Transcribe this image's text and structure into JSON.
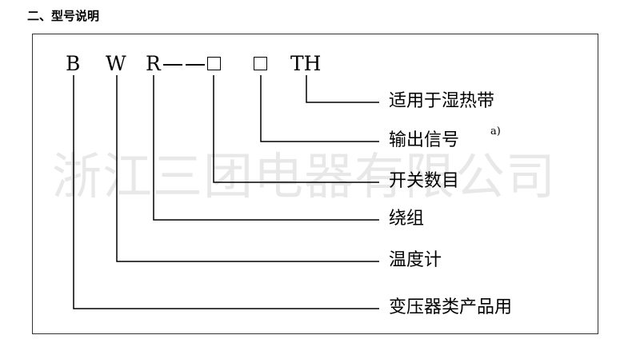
{
  "heading": "二、型号说明",
  "code": {
    "part1": "B",
    "part2": "W",
    "part3": "R",
    "part6": "TH"
  },
  "labels": {
    "l1": "适用于湿热带",
    "l2": "输出信号",
    "l2_note": "a)",
    "l3": "开关数目",
    "l4": "绕组",
    "l5": "温度计",
    "l6": "变压器类产品用"
  },
  "watermark": "浙江三团电器有限公司"
}
